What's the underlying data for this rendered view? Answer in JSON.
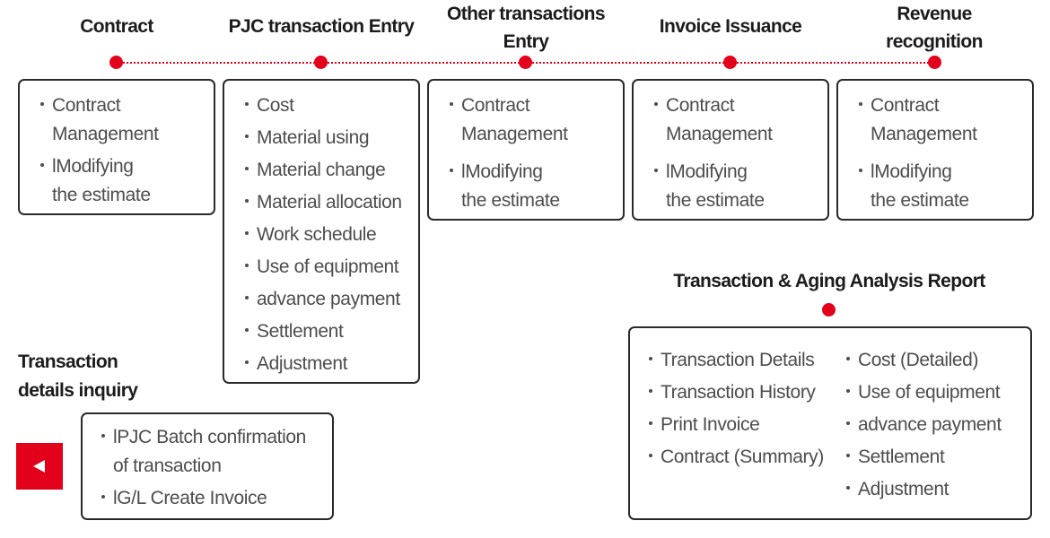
{
  "colors": {
    "accent": "#e3001b",
    "border": "#2a2a2a"
  },
  "stages": [
    {
      "title": [
        "Contract"
      ],
      "items": [
        [
          "Contract",
          "Management"
        ],
        [
          "lModifying",
          "the estimate"
        ]
      ]
    },
    {
      "title": [
        "PJC transaction Entry"
      ],
      "items": [
        [
          "Cost"
        ],
        [
          "Material using"
        ],
        [
          "Material change"
        ],
        [
          "Material allocation"
        ],
        [
          "Work schedule"
        ],
        [
          "Use of equipment"
        ],
        [
          "advance payment"
        ],
        [
          "Settlement"
        ],
        [
          "Adjustment"
        ]
      ]
    },
    {
      "title": [
        "Other transactions",
        "Entry"
      ],
      "items": [
        [
          "Contract",
          "Management"
        ],
        [
          "lModifying",
          "the estimate"
        ]
      ]
    },
    {
      "title": [
        "Invoice Issuance"
      ],
      "items": [
        [
          "Contract",
          "Management"
        ],
        [
          "lModifying",
          "the estimate"
        ]
      ]
    },
    {
      "title": [
        "Revenue",
        "recognition"
      ],
      "items": [
        [
          "Contract",
          "Management"
        ],
        [
          "lModifying",
          "the estimate"
        ]
      ]
    }
  ],
  "report": {
    "title": "Transaction & Aging Analysis Report",
    "left_items": [
      "Transaction Details",
      "Transaction History",
      "Print Invoice",
      "Contract (Summary)"
    ],
    "right_items": [
      "Cost (Detailed)",
      "Use of equipment",
      "advance payment",
      "Settlement",
      "Adjustment"
    ]
  },
  "inquiry": {
    "title": [
      "Transaction",
      "details inquiry"
    ],
    "items": [
      [
        "lPJC Batch confirmation",
        "of transaction"
      ],
      [
        "lG/L Create Invoice"
      ]
    ]
  },
  "back_button": {
    "icon": "triangle-left-icon"
  }
}
